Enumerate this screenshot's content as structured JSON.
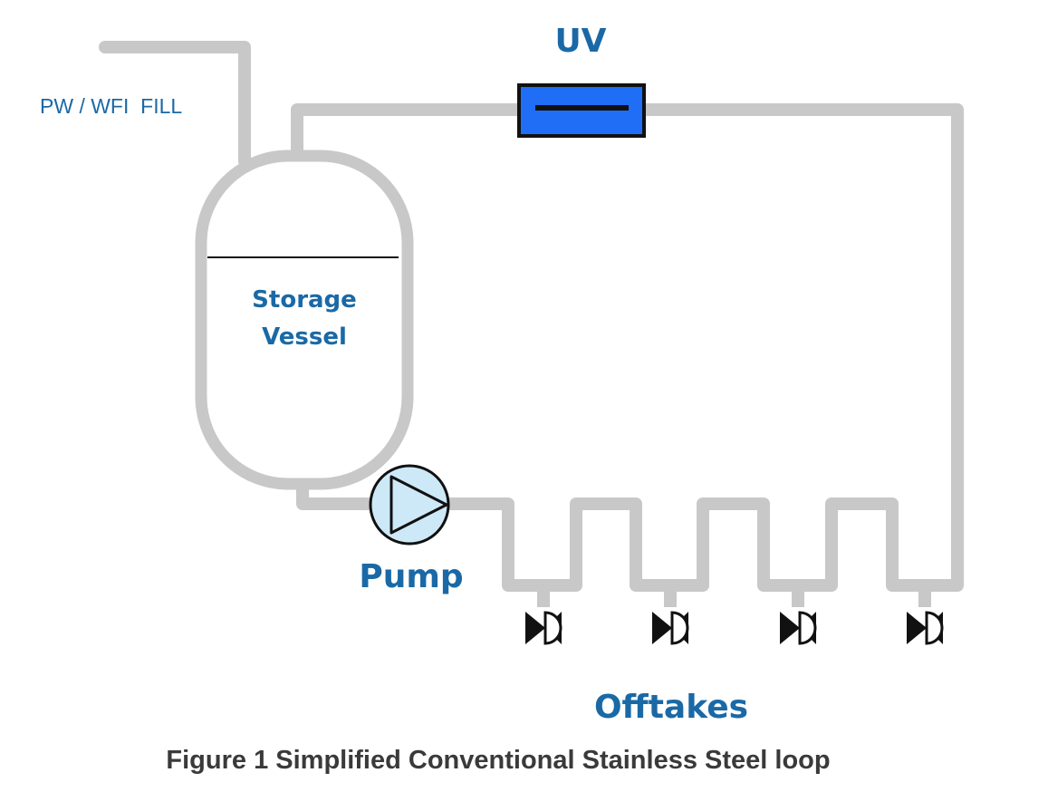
{
  "labels": {
    "fill": "PW / WFI  FILL",
    "uv": "UV",
    "vessel_line1": "Storage",
    "vessel_line2": "Vessel",
    "pump": "Pump",
    "offtakes": "Offtakes"
  },
  "caption": "Figure 1 Simplified Conventional Stainless Steel loop",
  "offtake_count": 4,
  "colors": {
    "pipe": "#c8c8c8",
    "label_blue": "#1a69a6",
    "uv_fill": "#1f6ef5",
    "pump_fill": "#cde9f8",
    "caption": "#3a3a3a"
  },
  "icons": [
    "uv-lamp-icon",
    "pump-icon",
    "valve-icon"
  ]
}
